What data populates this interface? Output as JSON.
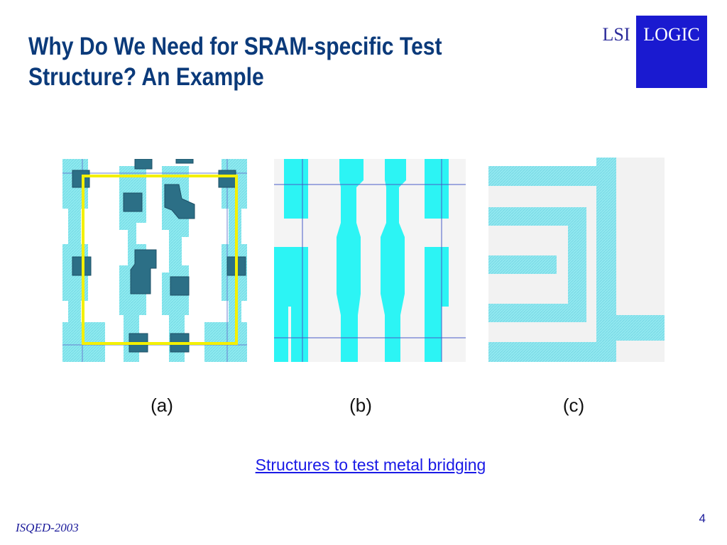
{
  "slide": {
    "title_line1": "Why Do We Need for SRAM-specific Test",
    "title_line2": "Structure? An Example",
    "logo": {
      "left_text": "LSI",
      "right_text": "LOGIC",
      "box_color": "#1a1ad0"
    },
    "figures": [
      {
        "label": "(a)"
      },
      {
        "label": "(b)"
      },
      {
        "label": "(c)"
      }
    ],
    "caption": "Structures to test metal bridging",
    "footer": "ISQED-2003",
    "page_number": "4"
  }
}
